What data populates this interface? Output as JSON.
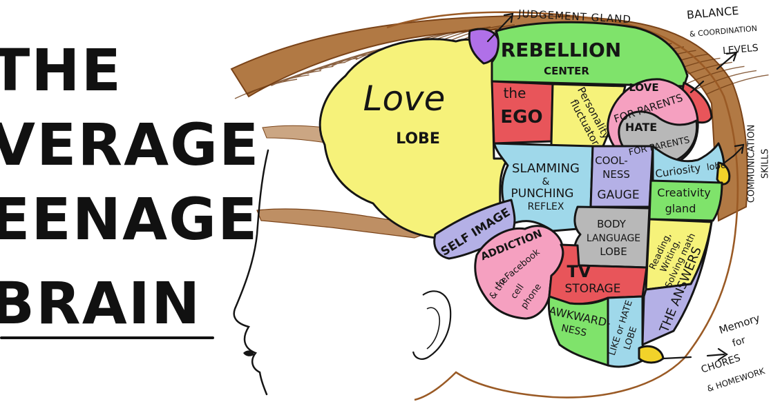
{
  "title": {
    "line1": "THE",
    "line2": "VERAGE",
    "line3": "EENAGE",
    "line4": "BRAIN"
  },
  "regions": {
    "love_lobe": {
      "word": "Love",
      "sub": "LOBE",
      "color": "#f6f27a"
    },
    "rebellion": {
      "main": "REBELLION",
      "sub": "CENTER",
      "color": "#7fe36b"
    },
    "ego": {
      "the": "the",
      "main": "EGO",
      "color": "#e8555a"
    },
    "personality": {
      "line1": "Personality",
      "line2": "fluctuator",
      "color": "#f6f27a"
    },
    "love_parents": {
      "top": "LOVE",
      "sub": "FOR PARENTS",
      "color": "#f5a0c0"
    },
    "hate_parents": {
      "top": "HATE",
      "sub": "FOR PARENTS",
      "color": "#b8b8b8"
    },
    "slamming": {
      "line1": "SLAMMING",
      "line2": "&",
      "line3": "PUNCHING",
      "line4": "REFLEX",
      "color": "#9fd8ea"
    },
    "coolness": {
      "line1": "COOL-",
      "line2": "NESS",
      "line3": "GAUGE",
      "color": "#b4b0e6"
    },
    "curiosity": {
      "line1": "Curiosity",
      "line2": "lobe",
      "color": "#9fd8ea"
    },
    "creativity": {
      "line1": "Creativity",
      "line2": "gland",
      "color": "#7fe36b"
    },
    "self_image": {
      "text": "SELF IMAGE",
      "color": "#b4b0e6"
    },
    "body_language": {
      "line1": "BODY",
      "line2": "LANGUAGE",
      "line3": "LOBE",
      "color": "#b8b8b8"
    },
    "reading": {
      "line1": "Reading,",
      "line2": "Writing,",
      "line3": "Solving math",
      "color": "#f6f27a"
    },
    "addiction": {
      "line1": "ADDICTION",
      "line2": "to Facebook",
      "line3": "& the",
      "line4": "cell",
      "line5": "phone",
      "color": "#f5a0c0"
    },
    "tv_storage": {
      "line1": "TV",
      "line2": "STORAGE",
      "color": "#e8555a"
    },
    "answers": {
      "text": "THE ANSWERS",
      "color": "#b4b0e6"
    },
    "awkwardness": {
      "line1": "AWKWARD-",
      "line2": "NESS",
      "color": "#7fe36b"
    },
    "like_hate": {
      "line1": "LIKE or HATE",
      "line2": "LOBE",
      "color": "#9fd8ea"
    },
    "judgement_gland": {
      "color": "#b070e8"
    },
    "communication_gland": {
      "color": "#f2d22a"
    },
    "memory_gland": {
      "color": "#f2d22a"
    },
    "balance_gland": {
      "color": "#e8555a"
    }
  },
  "annotations": {
    "judgement": "JUDGEMENT GLAND",
    "balance": {
      "line1": "BALANCE",
      "line2": "& COORDINATION",
      "line3": "LEVELS"
    },
    "communication": {
      "line1": "COMMUNICATION",
      "line2": "SKILLS"
    },
    "memory": {
      "line1": "Memory",
      "line2": "for",
      "line3": "CHORES",
      "line4": "& HOMEWORK"
    }
  },
  "colors": {
    "hair": "#9a5a25",
    "outline": "#151515",
    "head_line": "#9a5a25"
  }
}
